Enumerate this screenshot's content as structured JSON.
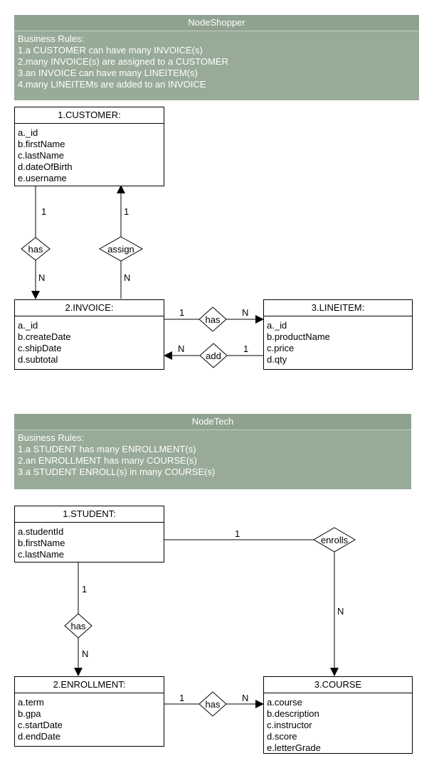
{
  "shopper": {
    "title": "NodeShopper",
    "rules_heading": "Business Rules:",
    "rules": [
      "1.a CUSTOMER can have many INVOICE(s)",
      "2.many INVOICE(s) are assigned to a CUSTOMER",
      "3.an INVOICE can have many LINEITEM(s)",
      "4.many LINEITEMs are added to an INVOICE"
    ],
    "customer": {
      "title": "1.CUSTOMER:",
      "attrs": [
        "a._id",
        "b.firstName",
        "c.lastName",
        "d.dateOfBirth",
        "e.username"
      ]
    },
    "invoice": {
      "title": "2.INVOICE:",
      "attrs": [
        "a._id",
        "b.createDate",
        "c.shipDate",
        "d.subtotal"
      ]
    },
    "lineitem": {
      "title": "3.LINEITEM:",
      "attrs": [
        "a._id",
        "b.productName",
        "c.price",
        "d.qty"
      ]
    },
    "rel_has_customer": {
      "label": "has",
      "one": "1",
      "many": "N"
    },
    "rel_assign": {
      "label": "assign",
      "one": "1",
      "many": "N"
    },
    "rel_has_invoice": {
      "label": "has",
      "one": "1",
      "many": "N"
    },
    "rel_add": {
      "label": "add",
      "one": "1",
      "many": "N"
    }
  },
  "tech": {
    "title": "NodeTech",
    "rules_heading": "Business Rules:",
    "rules": [
      "1.a STUDENT has many ENROLLMENT(s)",
      "2.an ENROLLMENT has many COURSE(s)",
      "3.a STUDENT ENROLL(s) in many COURSE(s)"
    ],
    "student": {
      "title": "1.STUDENT:",
      "attrs": [
        "a.studentId",
        "b.firstName",
        "c.lastName"
      ]
    },
    "enrollment": {
      "title": "2.ENROLLMENT:",
      "attrs": [
        "a.term",
        "b.gpa",
        "c.startDate",
        "d.endDate"
      ]
    },
    "course": {
      "title": "3.COURSE",
      "attrs": [
        "a.course",
        "b.description",
        "c.instructor",
        "d.score",
        "e.letterGrade"
      ]
    },
    "rel_has_student": {
      "label": "has",
      "one": "1",
      "many": "N"
    },
    "rel_enrolls": {
      "label": "enrolls",
      "one": "1",
      "many": "N"
    },
    "rel_has_enrollment": {
      "label": "has",
      "one": "1",
      "many": "N"
    }
  }
}
